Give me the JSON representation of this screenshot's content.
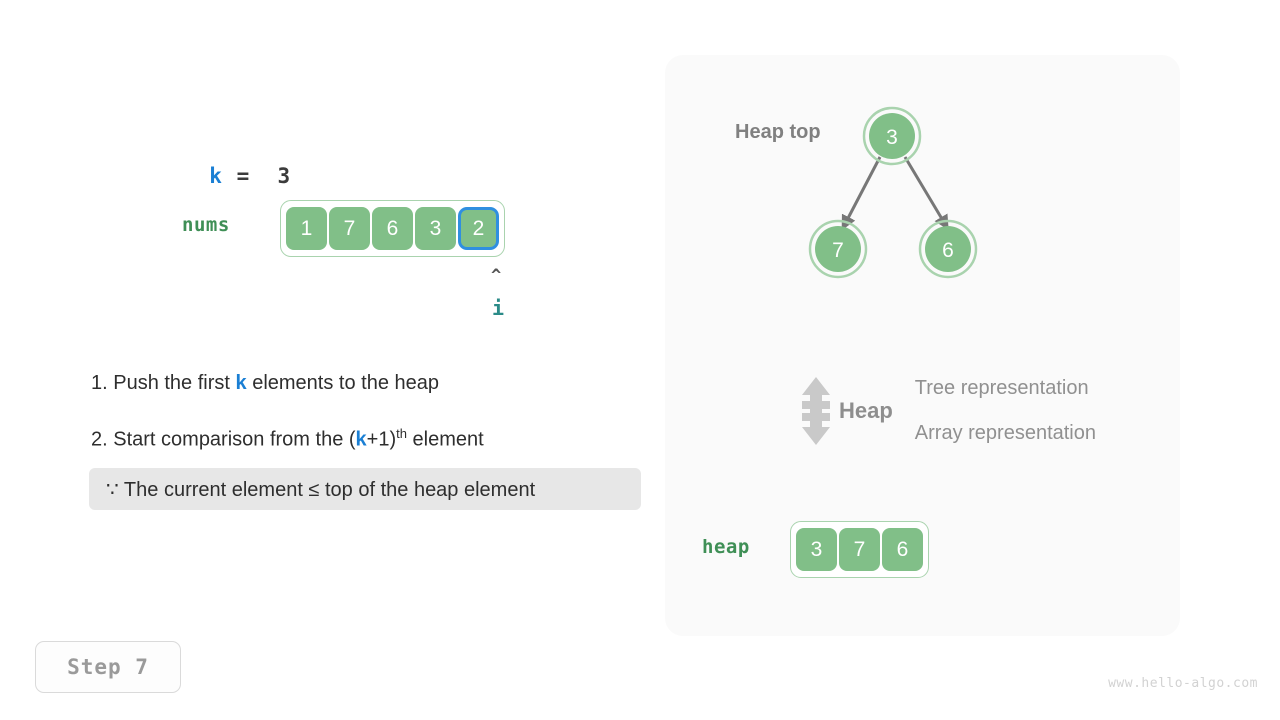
{
  "variables": {
    "k_name": "k",
    "k_eq_value": " =  3",
    "nums_label": "nums",
    "pointer_caret": "^",
    "pointer_name": "i"
  },
  "nums_array": {
    "values": [
      "1",
      "7",
      "6",
      "3",
      "2"
    ],
    "highlight_index": 4,
    "highlight_color": "#2f8fe0",
    "cell_color": "#81bf88"
  },
  "steps": {
    "step1_prefix": "1. Push the first ",
    "step1_var": "k",
    "step1_suffix": " elements to the heap",
    "step2_prefix": "2. Start comparison from the (",
    "step2_var": "k",
    "step2_mid": "+1)",
    "step2_sup": "th",
    "step2_suffix": " element",
    "reason": "∵ The current element ≤ top of the heap element"
  },
  "badge": {
    "step_label": "Step  7"
  },
  "watermark": {
    "text": "www.hello-algo.com"
  },
  "tree": {
    "heap_top_label": "Heap top",
    "root": "3",
    "left_child": "7",
    "right_child": "6",
    "node_fill": "#81bf88",
    "node_ring": "#a9d3ae",
    "edge_color": "#777777"
  },
  "legend": {
    "icon_name": "double-arrow-icon",
    "heap_word": "Heap",
    "line1": "Tree representation",
    "line2": "Array representation"
  },
  "heap_array": {
    "label": "heap",
    "values": [
      "3",
      "7",
      "6"
    ]
  }
}
